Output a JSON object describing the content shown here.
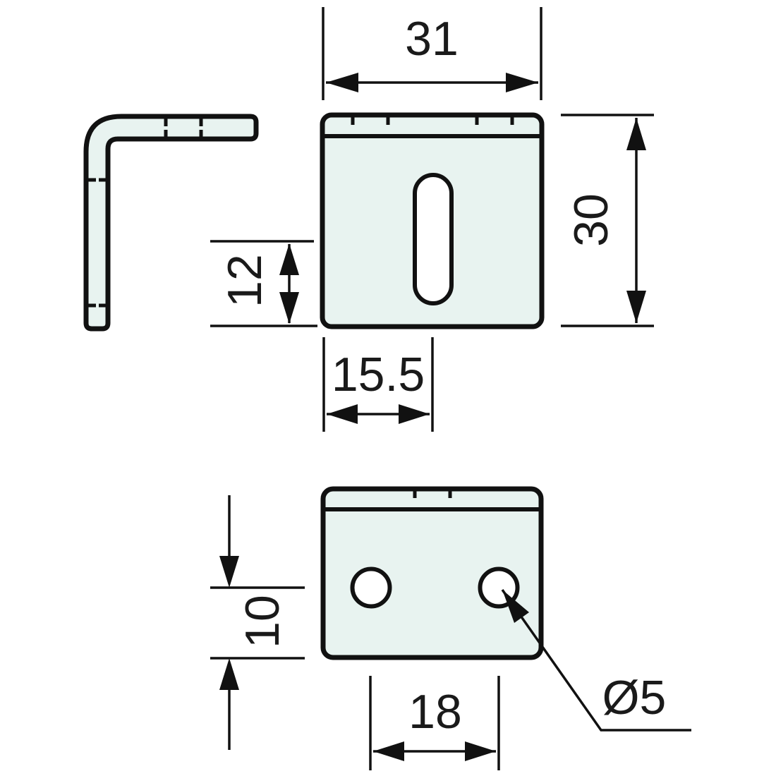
{
  "drawing": {
    "part_fill": "#e8f3f0",
    "line_color": "#111111",
    "text_color": "#1a1a1a",
    "dimension_labels": {
      "overall_width": "31",
      "overall_height": "30",
      "slot_center_from_bottom_edge": "12",
      "slot_center_from_left_edge": "15.5",
      "hole_center_from_front_edge": "10",
      "hole_spacing": "18",
      "hole_diameter": "Ø5"
    }
  }
}
